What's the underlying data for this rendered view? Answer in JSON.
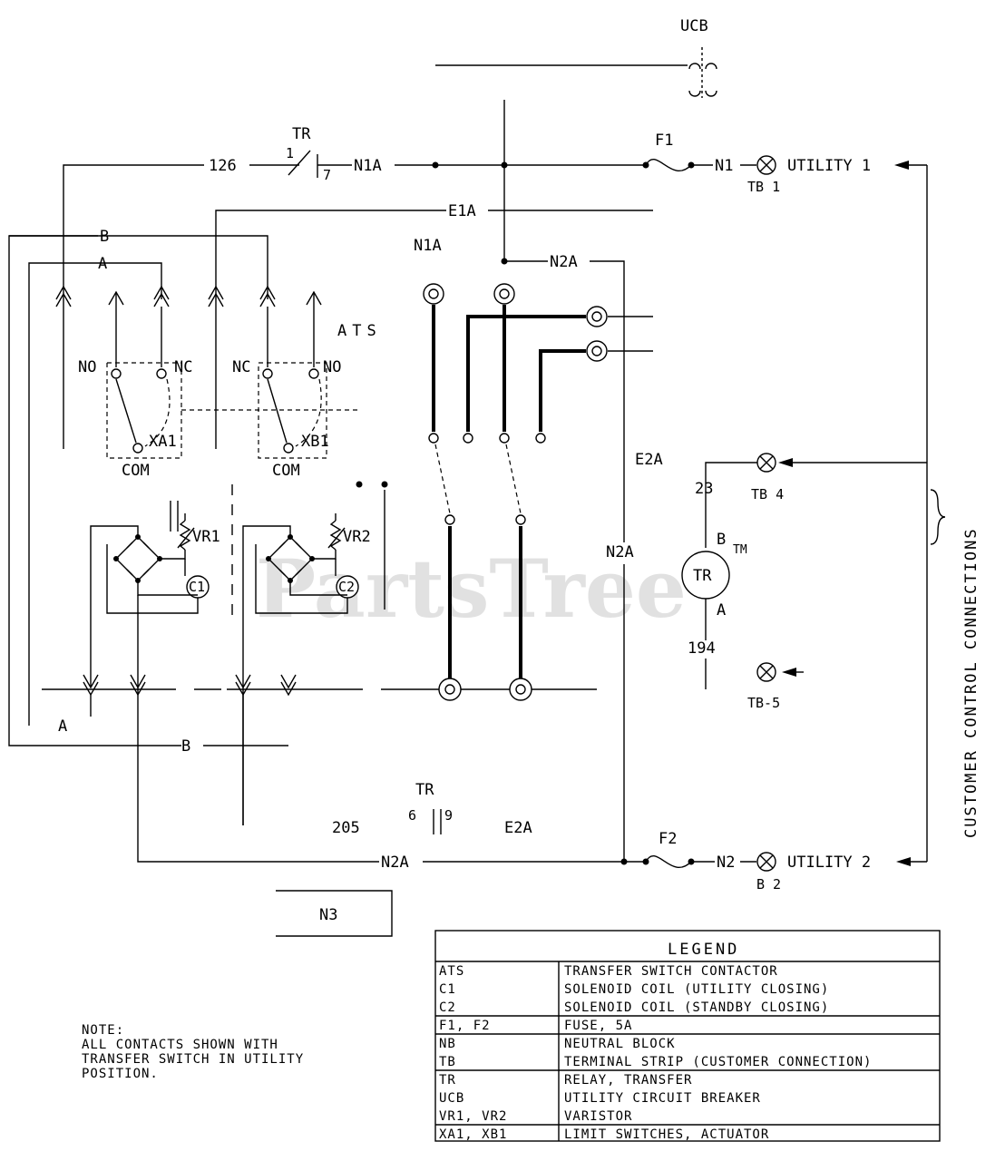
{
  "labels": {
    "ucb": "UCB",
    "tr_top": "TR",
    "tr_top_pin1": "1",
    "tr_top_pin7": "7",
    "wire_126": "126",
    "n1a_top": "N1A",
    "f1": "F1",
    "n1": "N1",
    "utility1": "UTILITY 1",
    "tb1": "TB 1",
    "e1a": "E1A",
    "b_top": "B",
    "a_top": "A",
    "n1a_mid": "N1A",
    "n2a_top": "N2A",
    "ats": "ATS",
    "no_left": "NO",
    "nc_left": "NC",
    "nc_right": "NC",
    "no_right": "NO",
    "xa1": "XA1",
    "xb1": "XB1",
    "com_left": "COM",
    "com_right": "COM",
    "e2a_side": "E2A",
    "n2a_side": "N2A",
    "vr1": "VR1",
    "vr2": "VR2",
    "c1": "C1",
    "c2": "C2",
    "wire_23": "23",
    "tb4": "TB 4",
    "tr_coil": "TR",
    "tr_coil_b": "B",
    "tr_coil_a": "A",
    "wire_194": "194",
    "tb5": "TB-5",
    "a_bottom": "A",
    "b_bottom": "B",
    "tr_bottom": "TR",
    "tr_bottom_pin6": "6",
    "tr_bottom_pin9": "9",
    "wire_205": "205",
    "e2a_bottom": "E2A",
    "f2": "F2",
    "n2a_bottom": "N2A",
    "n2": "N2",
    "utility2": "UTILITY 2",
    "tb2": "B 2",
    "n3": "N3",
    "customer": "CUSTOMER CONTROL CONNECTIONS"
  },
  "note": {
    "line1": "NOTE:",
    "line2": "ALL CONTACTS SHOWN WITH",
    "line3": "TRANSFER SWITCH IN UTILITY",
    "line4": "POSITION."
  },
  "legend": {
    "title": "LEGEND",
    "groups": [
      [
        {
          "code": "ATS",
          "desc": "TRANSFER SWITCH CONTACTOR"
        },
        {
          "code": "C1",
          "desc": "SOLENOID COIL (UTILITY CLOSING)"
        },
        {
          "code": "C2",
          "desc": "SOLENOID COIL (STANDBY CLOSING)"
        }
      ],
      [
        {
          "code": "F1, F2",
          "desc": "FUSE, 5A"
        }
      ],
      [
        {
          "code": "NB",
          "desc": "NEUTRAL BLOCK"
        },
        {
          "code": "TB",
          "desc": "TERMINAL STRIP (CUSTOMER CONNECTION)"
        }
      ],
      [
        {
          "code": "TR",
          "desc": "RELAY, TRANSFER"
        },
        {
          "code": "UCB",
          "desc": "UTILITY CIRCUIT BREAKER"
        },
        {
          "code": "VR1, VR2",
          "desc": "VARISTOR"
        }
      ],
      [
        {
          "code": "XA1, XB1",
          "desc": "LIMIT SWITCHES, ACTUATOR"
        }
      ]
    ]
  },
  "watermark": "PartsTree",
  "watermark_tm": "TM"
}
